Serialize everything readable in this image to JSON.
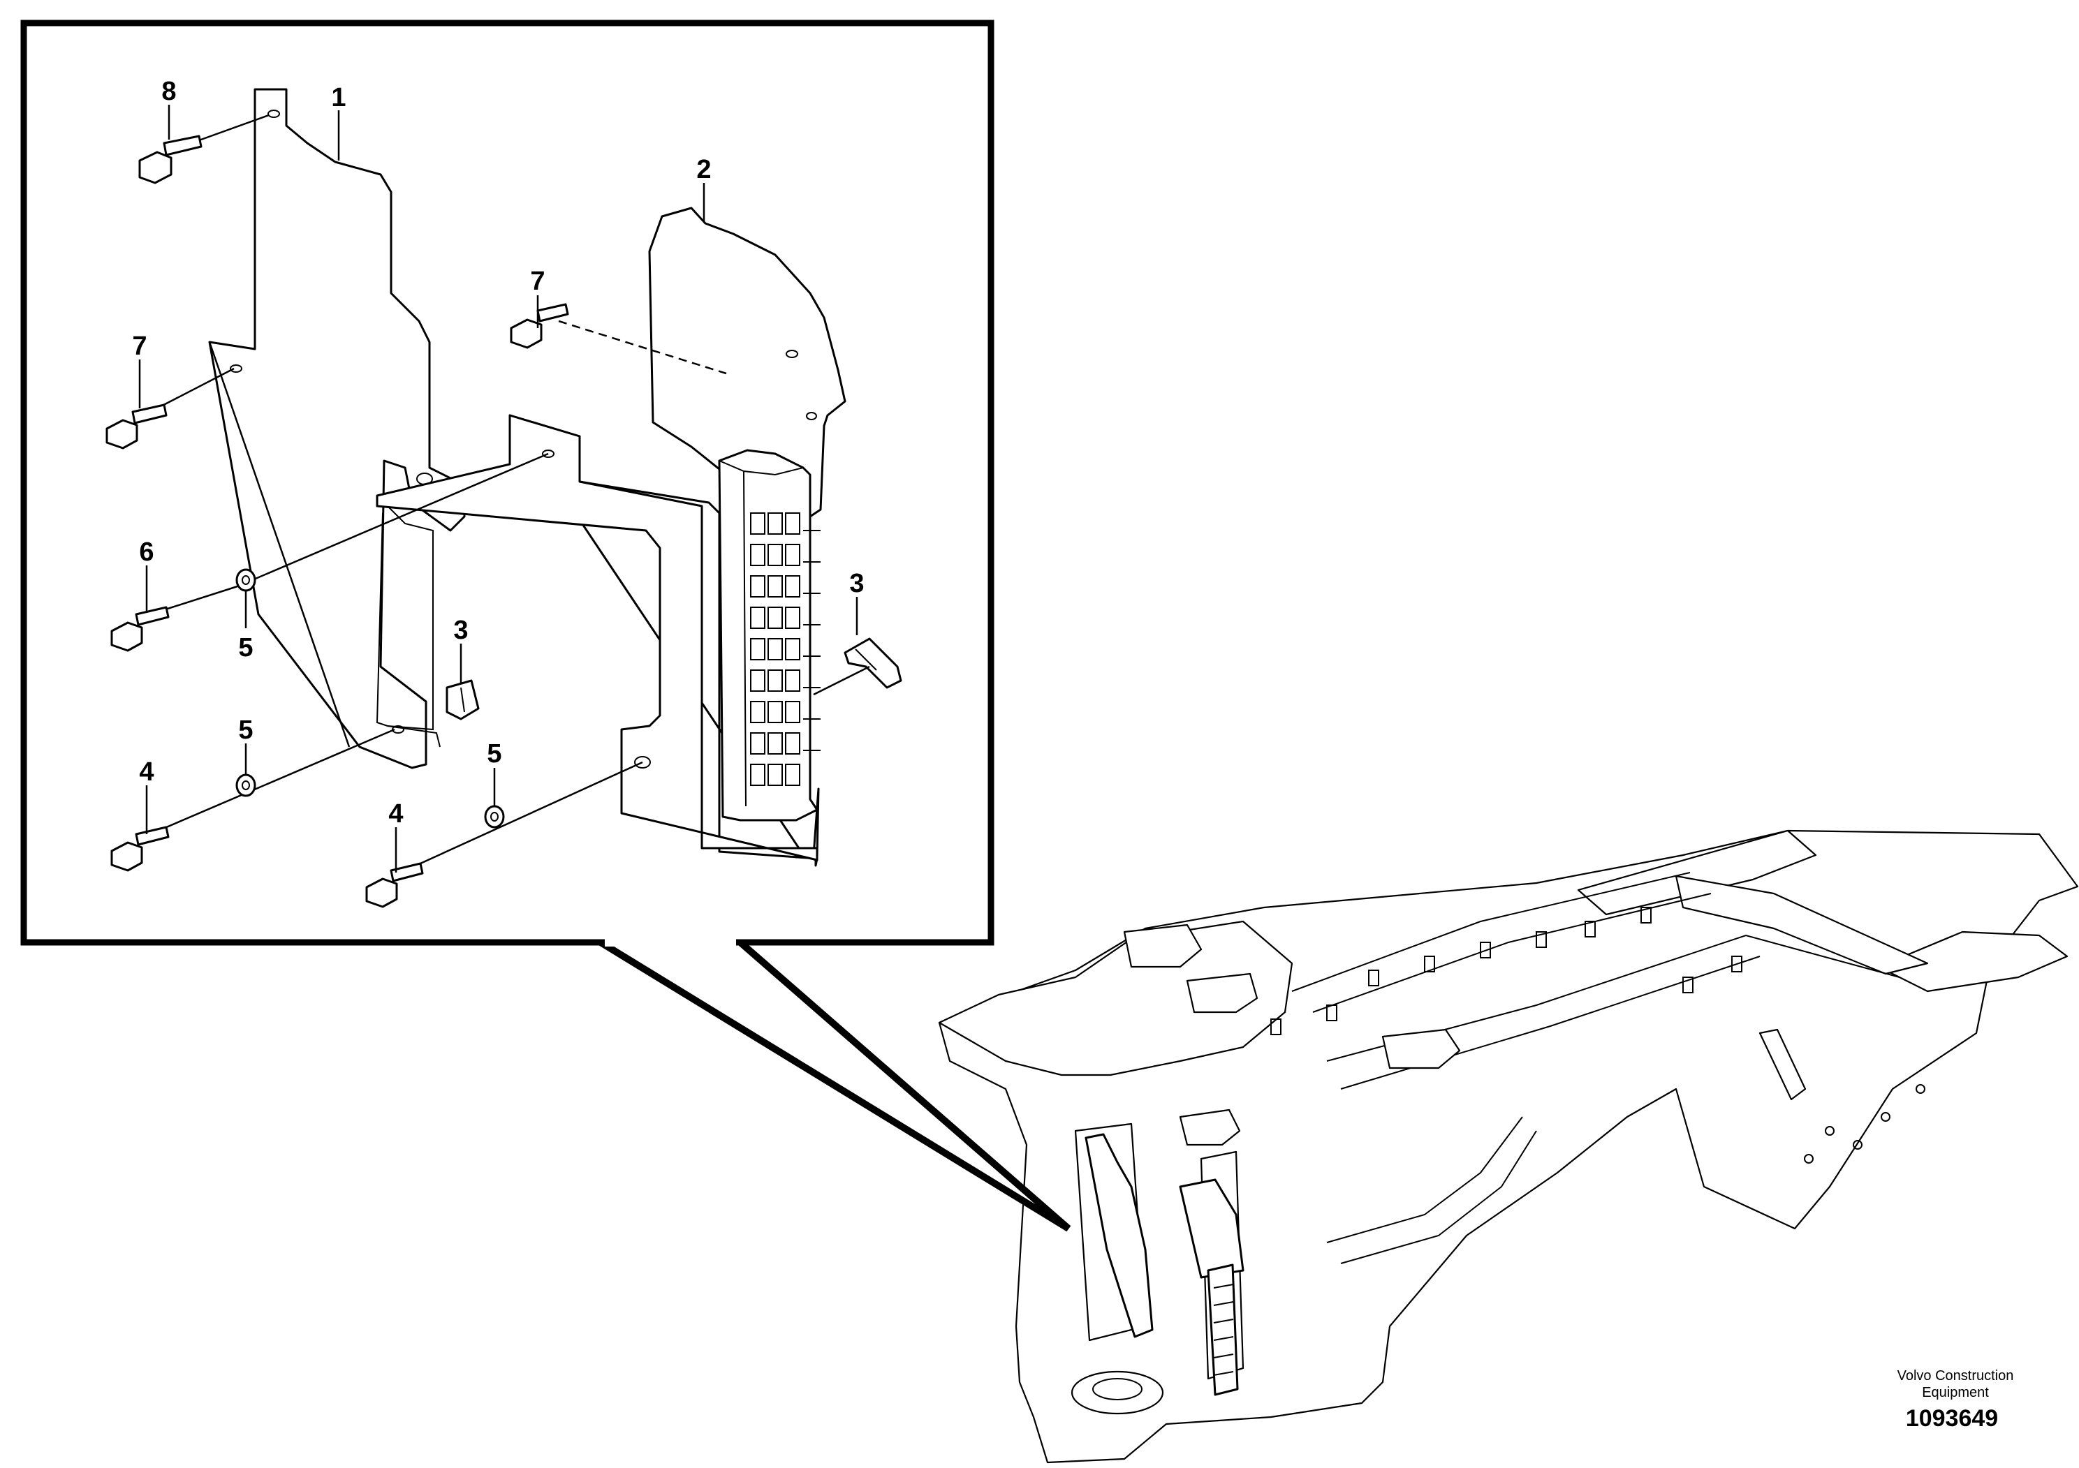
{
  "callouts": {
    "c1": "1",
    "c2": "2",
    "c3a": "3",
    "c3b": "3",
    "c4a": "4",
    "c4b": "4",
    "c5a": "5",
    "c5b": "5",
    "c5c": "5",
    "c6": "6",
    "c7a": "7",
    "c7b": "7",
    "c8": "8"
  },
  "footer": {
    "company_line1": "Volvo Construction",
    "company_line2": "Equipment",
    "drawing_number": "1093649"
  }
}
